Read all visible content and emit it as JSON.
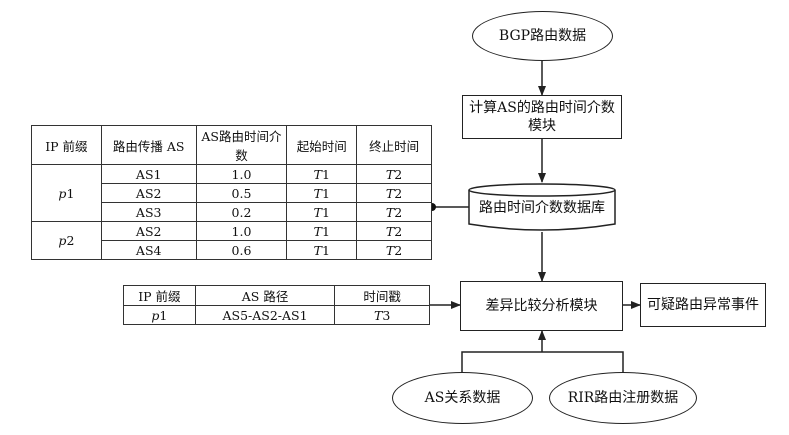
{
  "nodes": {
    "bgp": "BGP路由数据",
    "compute_line1": "计算AS的路由时间介数",
    "compute_line2": "模块",
    "database": "路由时间介数数据库",
    "analysis": "差异比较分析模块",
    "suspicious": "可疑路由异常事件",
    "as_relation": "AS关系数据",
    "rir": "RIR路由注册数据"
  },
  "table1": {
    "headers": [
      "IP 前缀",
      "路由传播 AS",
      "AS路由时间介数",
      "起始时间",
      "终止时间"
    ],
    "groups": [
      {
        "prefix": {
          "letter": "p",
          "num": "1"
        },
        "rows": [
          {
            "as": "AS1",
            "value": "1.0",
            "start": {
              "letter": "T",
              "num": "1"
            },
            "end": {
              "letter": "T",
              "num": "2"
            }
          },
          {
            "as": "AS2",
            "value": "0.5",
            "start": {
              "letter": "T",
              "num": "1"
            },
            "end": {
              "letter": "T",
              "num": "2"
            }
          },
          {
            "as": "AS3",
            "value": "0.2",
            "start": {
              "letter": "T",
              "num": "1"
            },
            "end": {
              "letter": "T",
              "num": "2"
            }
          }
        ]
      },
      {
        "prefix": {
          "letter": "p",
          "num": "2"
        },
        "rows": [
          {
            "as": "AS2",
            "value": "1.0",
            "start": {
              "letter": "T",
              "num": "1"
            },
            "end": {
              "letter": "T",
              "num": "2"
            }
          },
          {
            "as": "AS4",
            "value": "0.6",
            "start": {
              "letter": "T",
              "num": "1"
            },
            "end": {
              "letter": "T",
              "num": "2"
            }
          }
        ]
      }
    ]
  },
  "table2": {
    "headers": [
      "IP 前缀",
      "AS 路径",
      "时间戳"
    ],
    "row": {
      "prefix": {
        "letter": "p",
        "num": "1"
      },
      "path": "AS5-AS2-AS1",
      "time": {
        "letter": "T",
        "num": "3"
      }
    }
  }
}
